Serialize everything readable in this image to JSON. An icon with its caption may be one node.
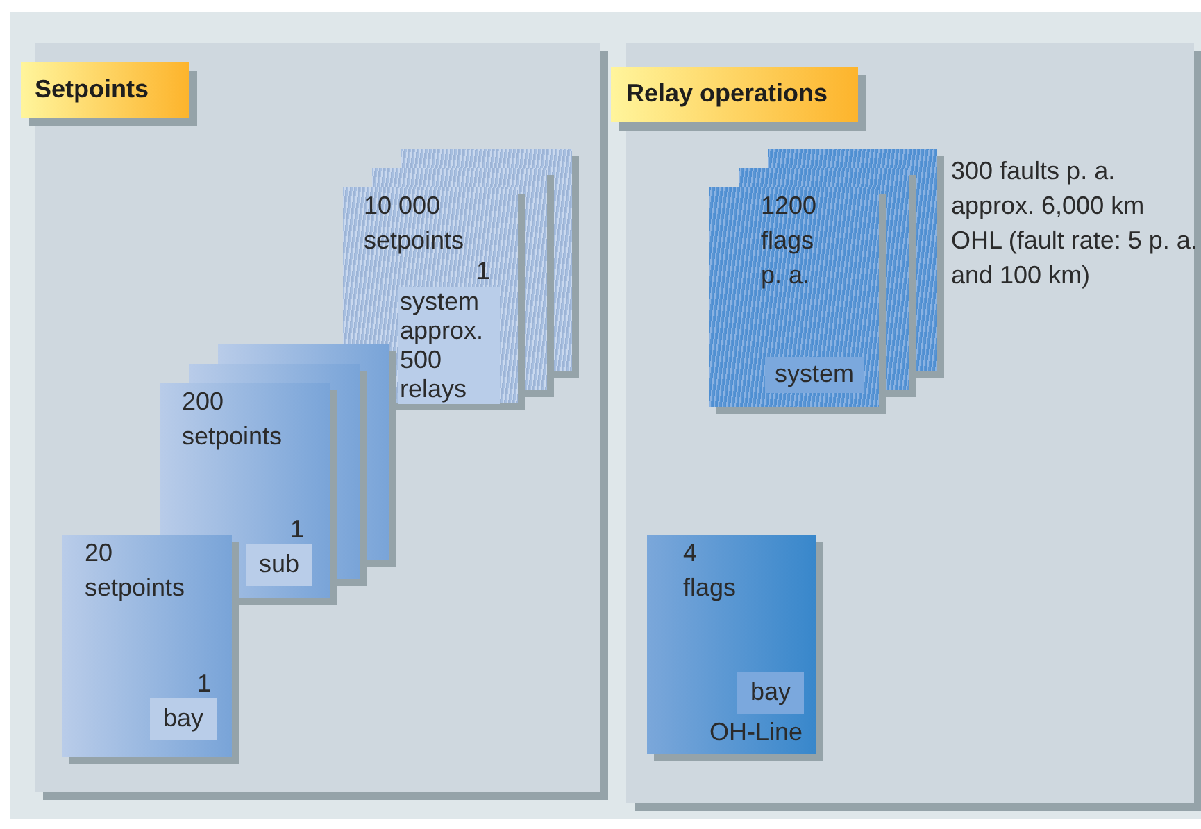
{
  "diagram": {
    "nodes": [
      {
        "text": [],
        "shape": "box"
      },
      {
        "text": [
          "Setpoints"
        ],
        "in": 0
      },
      {
        "text": [],
        "shape": "box",
        "in": 0
      },
      {
        "text": [],
        "shape": "box",
        "in": 0
      },
      {
        "text": [
          "10 000 setpoints"
        ],
        "in": 0
      },
      {
        "text": [
          "system approx. 500 relays"
        ],
        "in": 4,
        "beside": [
          "1"
        ]
      },
      {
        "text": [],
        "shape": "box",
        "in": 0
      },
      {
        "text": [],
        "shape": "box",
        "in": 0
      },
      {
        "text": [
          "200 setpoints"
        ],
        "in": 0
      },
      {
        "text": [
          "sub"
        ],
        "in": 8,
        "beside": [
          "1"
        ]
      },
      {
        "text": [
          "20 setpoints"
        ],
        "in": 0
      },
      {
        "text": [
          "bay"
        ],
        "in": 10,
        "beside": [
          "1"
        ]
      },
      {
        "text": [],
        "shape": "box"
      },
      {
        "text": [
          "Relay operations"
        ],
        "in": 12
      },
      {
        "text": [],
        "shape": "box",
        "in": 12
      },
      {
        "text": [],
        "shape": "box",
        "in": 12
      },
      {
        "text": [
          "1200 flags p. a."
        ],
        "in": 12
      },
      {
        "text": [
          "system"
        ]
      },
      {
        "text": [
          "4 flags",
          "OH-Line"
        ],
        "in": 12
      },
      {
        "text": [
          "bay"
        ],
        "in": 18
      }
    ],
    "labels": [
      "300 faults p. a. approx. 6,000 km OHL (fault rate: 5 p. a. and 100 km)"
    ]
  }
}
